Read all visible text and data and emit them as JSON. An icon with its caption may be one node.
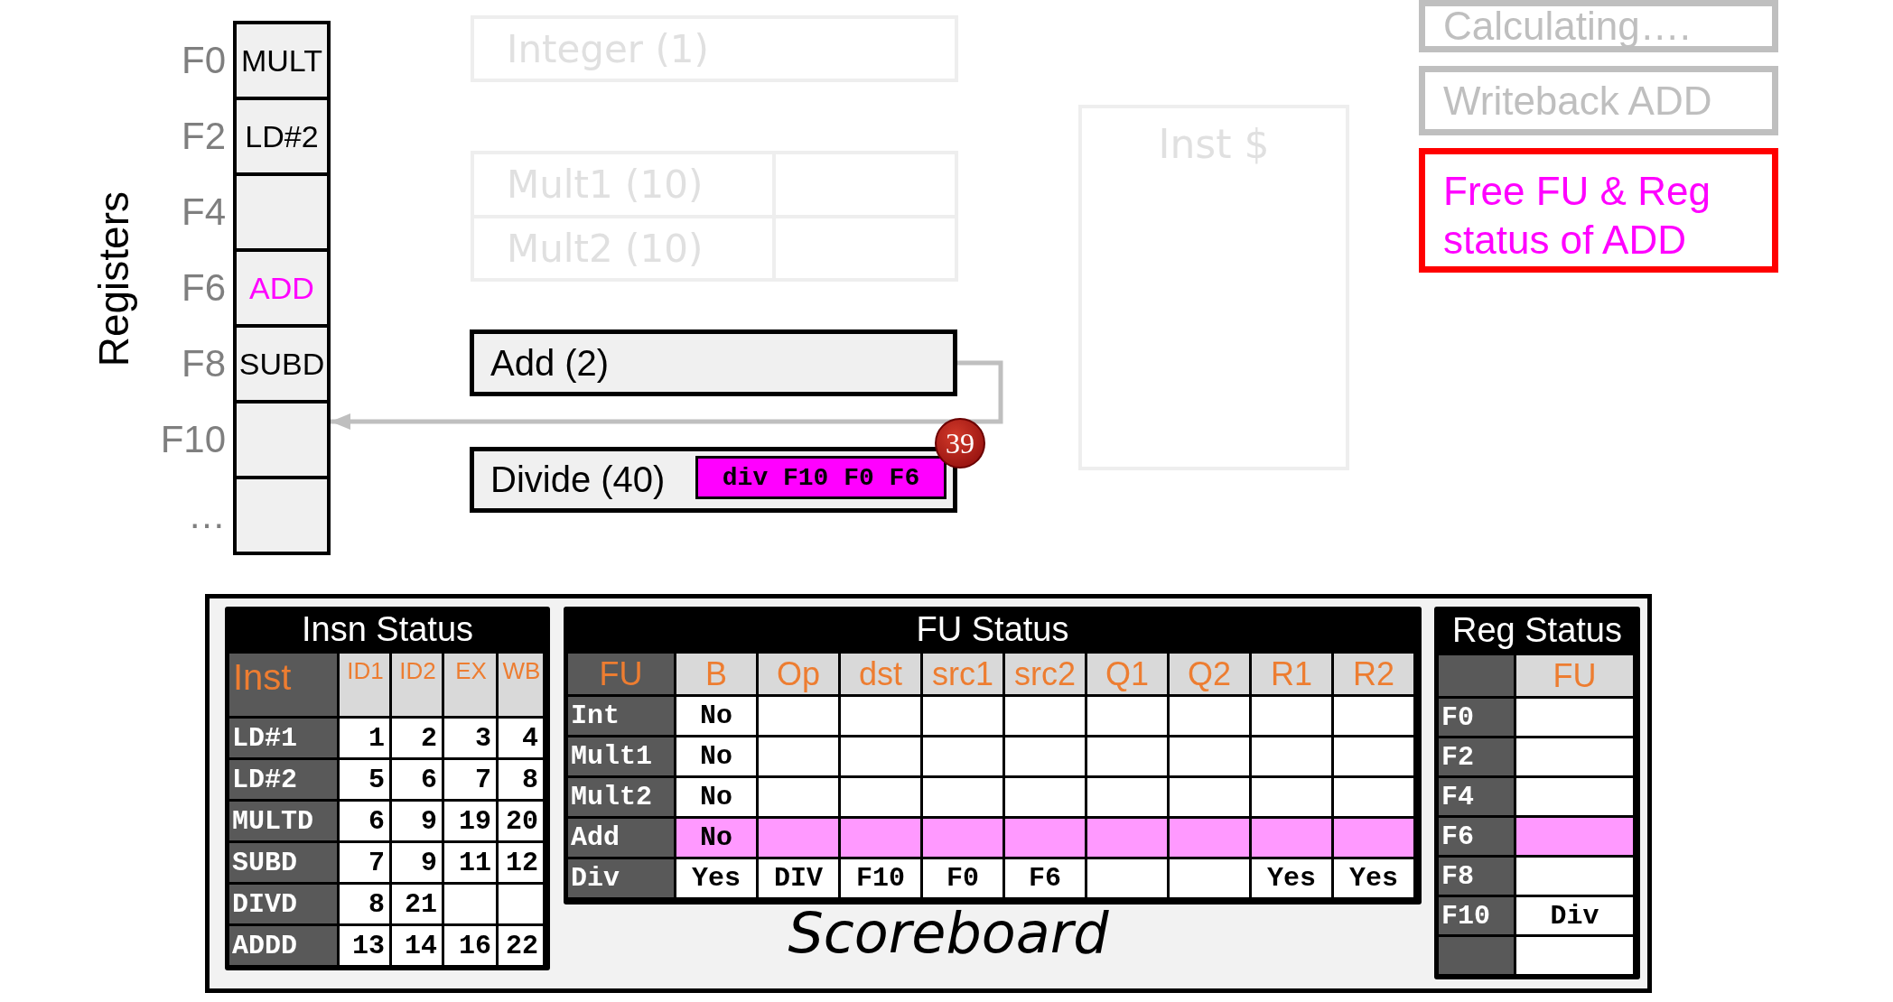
{
  "diagram": {
    "nodes": [
      {
        "text": [
          "MULT"
        ],
        "beside": [
          "F0"
        ]
      },
      {
        "text": [
          "LD#2"
        ],
        "beside": [
          "F2"
        ]
      },
      {
        "text": [],
        "shape": "box",
        "beside": [
          "F4"
        ]
      },
      {
        "text": [
          "ADD"
        ],
        "beside": [
          "F6"
        ]
      },
      {
        "text": [
          "SUBD"
        ],
        "beside": [
          "F8"
        ]
      },
      {
        "text": [],
        "shape": "box",
        "beside": [
          "F10"
        ]
      },
      {
        "text": [],
        "shape": "box",
        "beside": [
          "…"
        ]
      },
      {
        "text": [
          "Integer (1)"
        ]
      },
      {
        "text": [
          "Mult1 (10)"
        ]
      },
      {
        "text": [
          "Mult2 (10)"
        ]
      },
      {
        "text": [
          "Add (2)"
        ]
      },
      {
        "text": [
          "Divide (40)"
        ]
      },
      {
        "text": [
          "div F10 F0 F6"
        ],
        "in": 11
      },
      {
        "text": [
          "39"
        ]
      },
      {
        "text": [
          "Inst $"
        ]
      },
      {
        "text": [
          "Calculating…."
        ]
      },
      {
        "text": [
          "Writeback ADD"
        ]
      },
      {
        "text": [
          "Free FU & Reg status of ADD"
        ]
      },
      {
        "text": [
          "Scoreboard"
        ]
      },
      {
        "text": [
          "Insn Status"
        ],
        "in": 18
      },
      {
        "text": [
          "FU Status"
        ],
        "in": 18
      },
      {
        "text": [
          "Reg Status"
        ],
        "in": 18
      }
    ],
    "edges": [
      {
        "from": 10,
        "to": 5,
        "arrow": "to",
        "color": "#bfbfbf"
      }
    ],
    "labels": [
      "Registers",
      "Inst",
      "ID1",
      "ID2",
      "EX",
      "WB",
      "LD#1",
      "1",
      "2",
      "3",
      "4",
      "LD#2",
      "5",
      "6",
      "7",
      "8",
      "MULTD",
      "6",
      "9",
      "19",
      "20",
      "SUBD",
      "7",
      "9",
      "11",
      "12",
      "DIVD",
      "8",
      "21",
      "ADDD",
      "13",
      "14",
      "16",
      "22",
      "FU",
      "B",
      "Op",
      "dst",
      "src1",
      "src2",
      "Q1",
      "Q2",
      "R1",
      "R2",
      "Int",
      "No",
      "Mult1",
      "No",
      "Mult2",
      "No",
      "Add",
      "No",
      "Div",
      "Yes",
      "DIV",
      "F10",
      "F0",
      "F6",
      "Yes",
      "Yes",
      "FU",
      "F0",
      "F2",
      "F4",
      "F6",
      "F8",
      "F10",
      "Div"
    ]
  }
}
